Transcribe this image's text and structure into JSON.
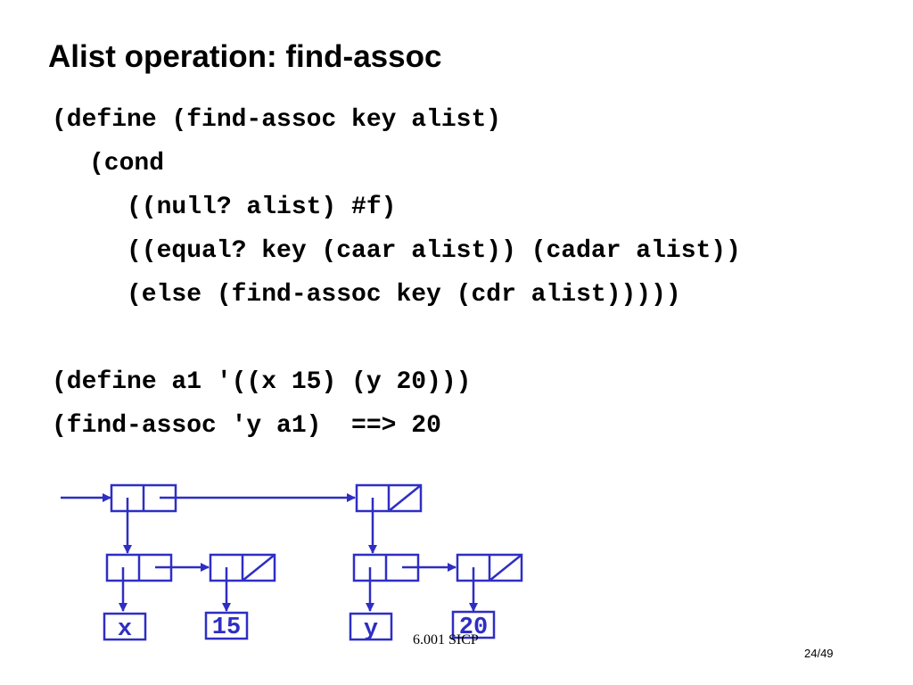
{
  "slide": {
    "title": "Alist operation: find-assoc",
    "code_lines": [
      "(define (find-assoc key alist)",
      "(cond",
      "((null? alist) #f)",
      "((equal? key (caar alist)) (cadar alist))",
      "(else (find-assoc key (cdr alist)))))",
      "(define a1 '((x 15) (y 20)))",
      "(find-assoc 'y a1)  ==> 20"
    ],
    "footer": "6.001 SICP",
    "page_number": "24/49"
  },
  "diagram": {
    "color": "#2e2ec4",
    "values": [
      "x",
      "15",
      "y",
      "20"
    ]
  }
}
